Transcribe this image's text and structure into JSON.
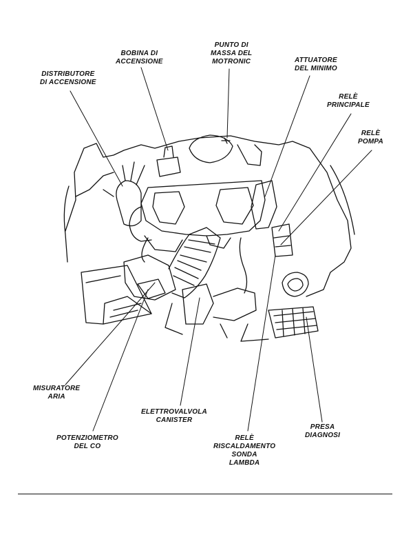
{
  "labels": {
    "distributore": [
      "DISTRIBUTORE",
      "DI ACCENSIONE"
    ],
    "bobina": [
      "BOBINA DI",
      "ACCENSIONE"
    ],
    "punto_massa": [
      "PUNTO DI",
      "MASSA DEL",
      "MOTRONIC"
    ],
    "attuatore": [
      "ATTUATORE",
      "DEL MINIMO"
    ],
    "rele_principale": [
      "RELÈ",
      "PRINCIPALE"
    ],
    "rele_pompa": [
      "RELÈ",
      "POMPA"
    ],
    "misuratore": [
      "MISURATORE",
      "ARIA"
    ],
    "potenziometro": [
      "POTENZIOMETRO",
      "DEL CO"
    ],
    "elettrovalvola": [
      "ELETTROVALVOLA",
      "CANISTER"
    ],
    "rele_riscaldamento": [
      "RELÈ",
      "RISCALDAMENTO",
      "SONDA",
      "LAMBDA"
    ],
    "presa_diagnosi": [
      "PRESA",
      "DIAGNOSI"
    ]
  }
}
